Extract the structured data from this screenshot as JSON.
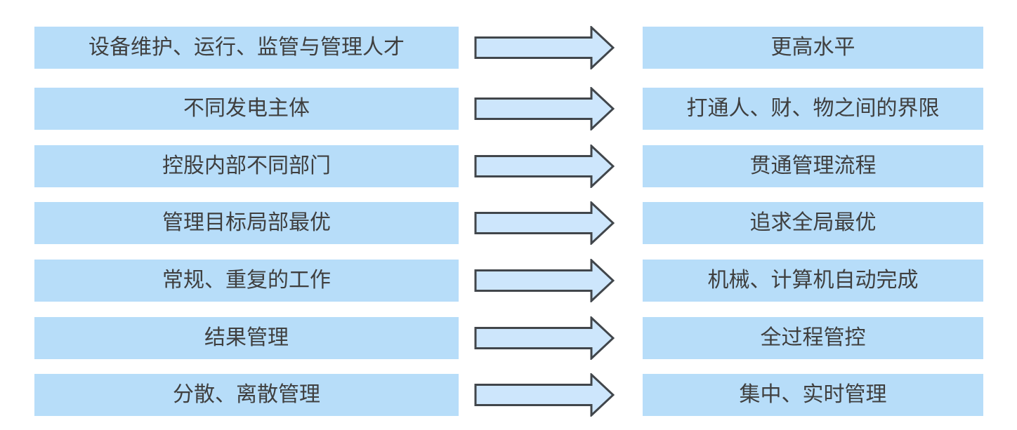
{
  "diagram": {
    "description": "seven-row transformation diagram, left state flows to right state via block arrows"
  },
  "icons": {
    "right-arrow-icon": "⇨"
  },
  "colors": {
    "box_fill": "#B7DDF9",
    "arrow_fill": "#CDE6FC",
    "arrow_outline": "#41464B",
    "text": "#3F3F3F",
    "background": "#FFFFFF"
  },
  "rows": [
    {
      "from": "设备维护、运行、监管与管理人才",
      "to": "更高水平"
    },
    {
      "from": "不同发电主体",
      "to": "打通人、财、物之间的界限"
    },
    {
      "from": "控股内部不同部门",
      "to": "贯通管理流程"
    },
    {
      "from": "管理目标局部最优",
      "to": "追求全局最优"
    },
    {
      "from": "常规、重复的工作",
      "to": "机械、计算机自动完成"
    },
    {
      "from": "结果管理",
      "to": "全过程管控"
    },
    {
      "from": "分散、离散管理",
      "to": "集中、实时管理"
    }
  ]
}
